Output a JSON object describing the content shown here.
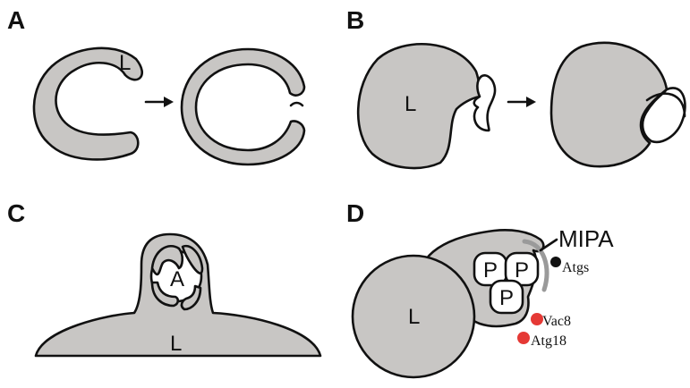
{
  "panels": {
    "a": {
      "letter": "A",
      "lumen_label": "L"
    },
    "b": {
      "letter": "B",
      "lumen_label": "L"
    },
    "c": {
      "letter": "C",
      "autophagosome_label": "A",
      "lumen_label": "L"
    },
    "d": {
      "letter": "D",
      "lumen_label": "L",
      "peroxisome_label": "P",
      "mipa_label": "MIPA",
      "atgs_label": "Atgs",
      "vac8_label": "Vac8",
      "atg18_label": "Atg18"
    }
  },
  "colors": {
    "membrane_fill": "#c8c6c4",
    "outline": "#111111",
    "red_dot": "#e53935",
    "black_dot": "#111111",
    "mipa_stroke": "#9a9a9a"
  }
}
